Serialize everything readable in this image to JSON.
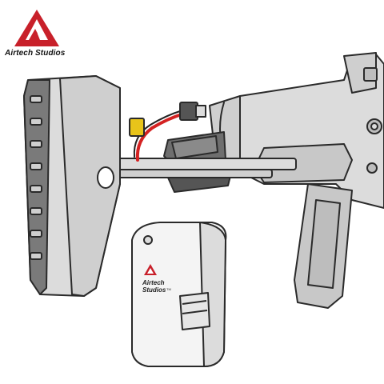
{
  "brand": {
    "name": "Airtech Studios",
    "logo_color": "#c8202a"
  },
  "product": {
    "label_line1": "Airtech",
    "label_line2": "Studios",
    "trademark": "TM"
  },
  "colors": {
    "body_light": "#dcdcdc",
    "body_mid": "#bdbdbd",
    "body_dark": "#6e6e6e",
    "stock_pad": "#7a7a7a",
    "outline": "#2a2a2a",
    "wire_red": "#d42222",
    "connector_yellow": "#e8c41a",
    "white": "#f4f4f4"
  }
}
